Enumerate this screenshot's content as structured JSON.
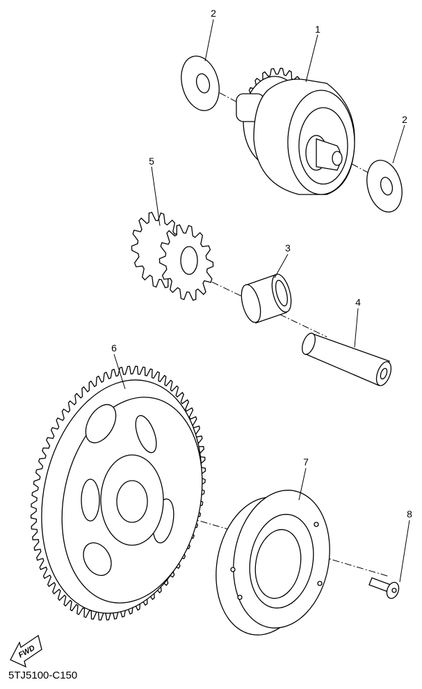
{
  "diagram": {
    "callouts": [
      "1",
      "2",
      "2",
      "3",
      "4",
      "5",
      "6",
      "7",
      "8"
    ],
    "fwd_label": "FWD",
    "part_code": "5TJ5100-C150"
  }
}
